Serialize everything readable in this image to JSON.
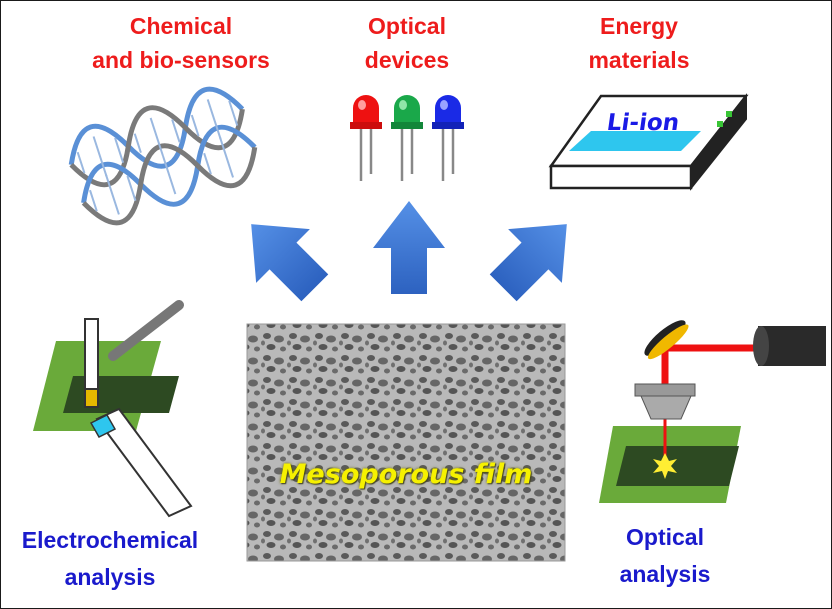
{
  "top": {
    "chemical": "Chemical\nand bio-sensors",
    "optical_devices": "Optical\ndevices",
    "energy": "Energy\nmaterials"
  },
  "battery_label": "Li-ion",
  "center": {
    "film_label": "Mesoporous film"
  },
  "bottom": {
    "electrochemical": "Electrochemical\nanalysis",
    "optical_analysis": "Optical\nanalysis"
  },
  "colors": {
    "red_text": "#ee1c1c",
    "blue_text": "#1a1acc",
    "arrow": "#3d7ad6",
    "substrate_green": "#6aaa3a",
    "laser": "#ee1111"
  },
  "icons": [
    "dna-icon",
    "led-icon",
    "battery-icon",
    "electrode-icon",
    "laser-icon",
    "up-arrow-icon"
  ]
}
